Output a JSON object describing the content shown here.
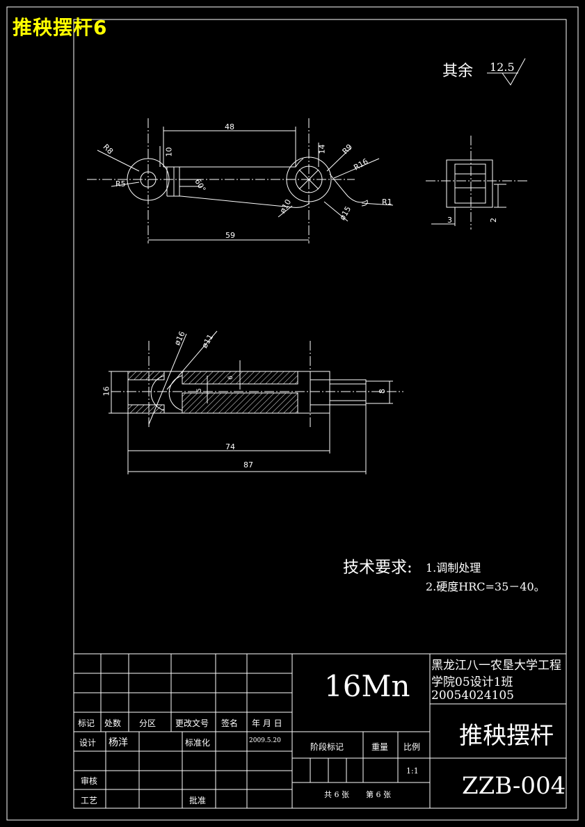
{
  "sheet_title": "推秧摆杆6",
  "roughness": {
    "label": "其余",
    "value": "12.5"
  },
  "view_top": {
    "dims": [
      "48",
      "10",
      "14",
      "R8",
      "R9",
      "R16",
      "R5",
      "60°",
      "R1",
      "ø10",
      "ø15",
      "59"
    ]
  },
  "view_side": {
    "dims": [
      "3",
      "2"
    ]
  },
  "view_section": {
    "dims": [
      "ø16",
      "ø11",
      "16",
      "8",
      "74",
      "87",
      "5",
      "6"
    ]
  },
  "tech_requirements": {
    "heading": "技术要求:",
    "items": [
      "1.调制处理",
      "2.硬度HRC=35－40。"
    ]
  },
  "title_block": {
    "material": "16Mn",
    "school_line1": "黑龙江八一农垦大学工程",
    "school_line2": "学院05设计1班",
    "student_id": "20054024105",
    "part_name": "推秧摆杆",
    "drawing_number": "ZZB-004",
    "rev_headers": [
      "标记",
      "处数",
      "分区",
      "更改文号",
      "签名",
      "年 月 日"
    ],
    "design_label": "设计",
    "designer": "杨洋",
    "standardization_label": "标准化",
    "date": "2009.5.20",
    "review_label": "审核",
    "process_label": "工艺",
    "approve_label": "批准",
    "stage_label": "阶段标记",
    "weight_label": "重量",
    "scale_label": "比例",
    "scale_value": "1:1",
    "sheet_count": "共 6 张",
    "sheet_number": "第 6 张"
  }
}
